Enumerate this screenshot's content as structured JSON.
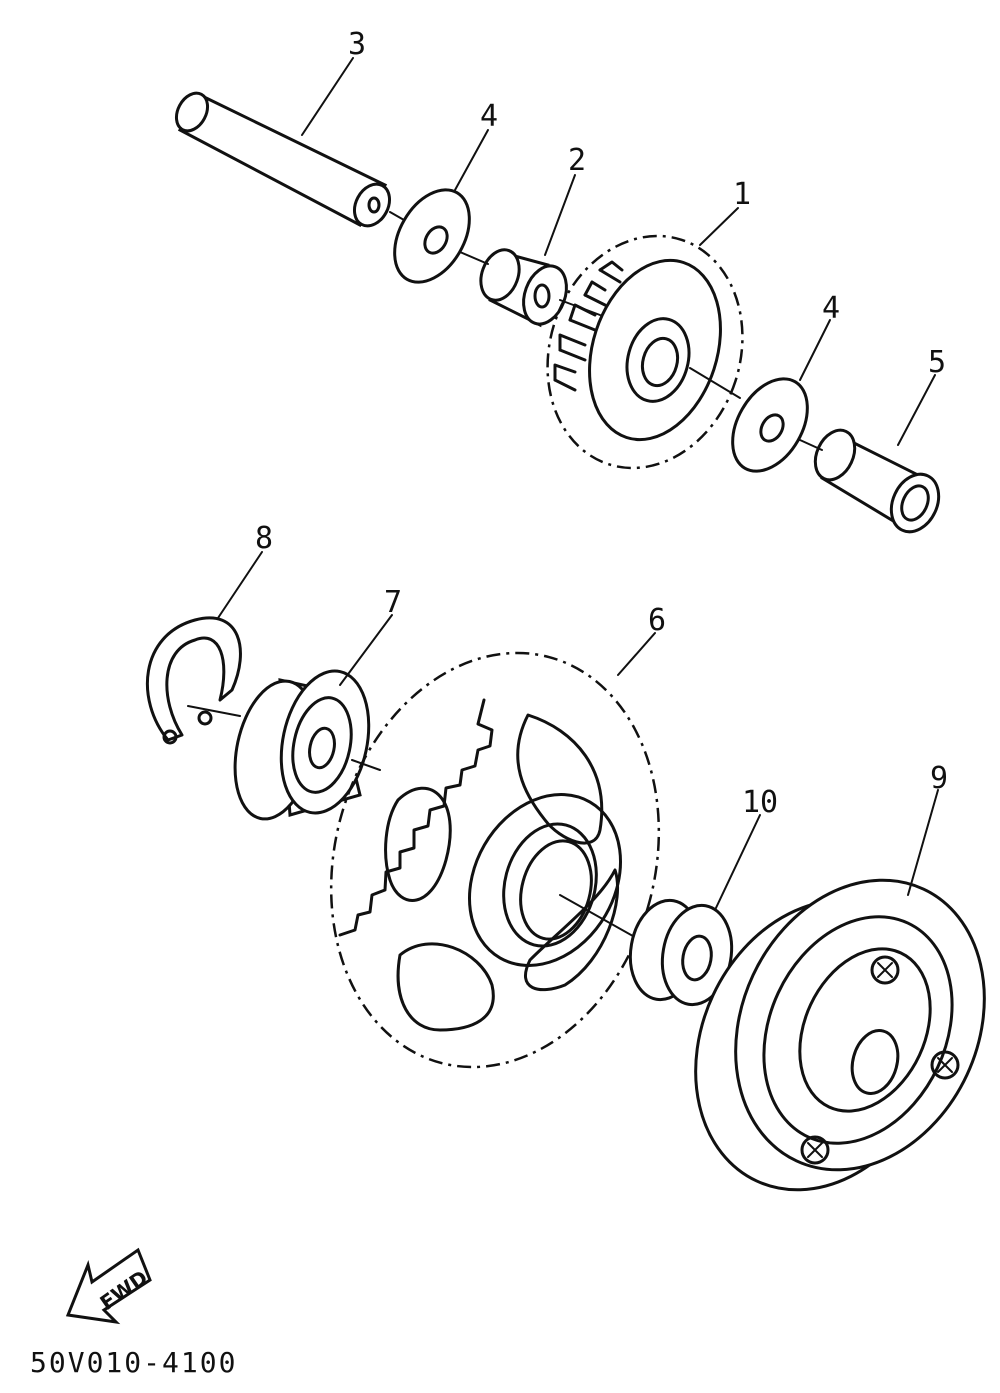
{
  "parts": [
    {
      "id": "part-1",
      "number": "1"
    },
    {
      "id": "part-2",
      "number": "2"
    },
    {
      "id": "part-3",
      "number": "3"
    },
    {
      "id": "part-4a",
      "number": "4"
    },
    {
      "id": "part-4b",
      "number": "4"
    },
    {
      "id": "part-5",
      "number": "5"
    },
    {
      "id": "part-6",
      "number": "6"
    },
    {
      "id": "part-7",
      "number": "7"
    },
    {
      "id": "part-8",
      "number": "8"
    },
    {
      "id": "part-9",
      "number": "9"
    },
    {
      "id": "part-10",
      "number": "10"
    }
  ],
  "direction_label": "FWD",
  "drawing_code": "50V010-4100"
}
